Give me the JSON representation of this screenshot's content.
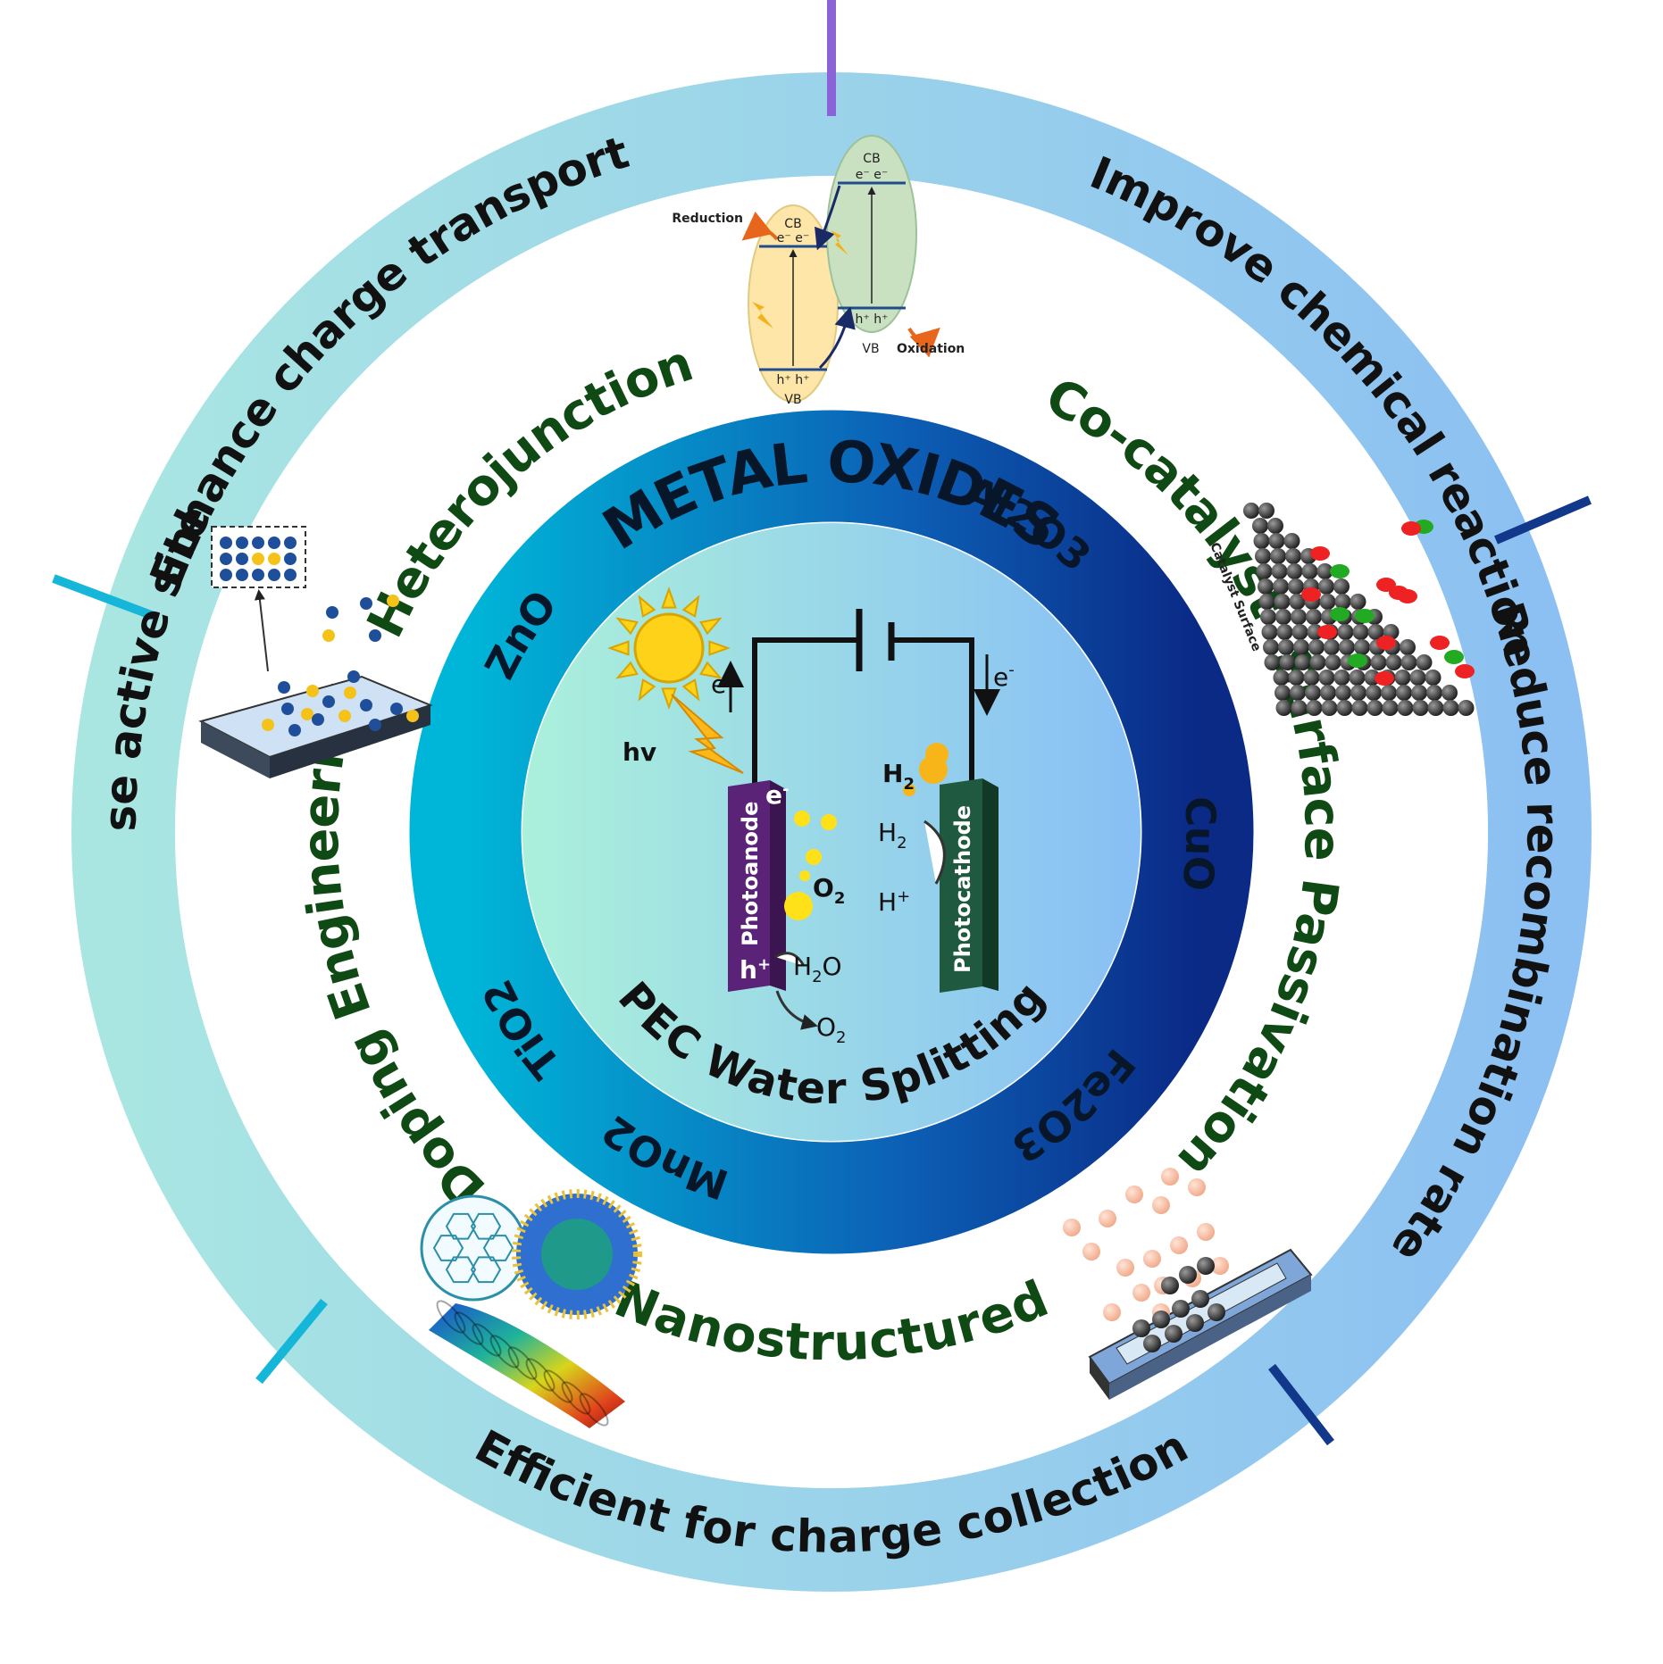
{
  "outer_ring": {
    "enhance_charge_transport": "Enhance charge transport",
    "improve_chemical_reaction": "Improve chemical reaction",
    "reduce_recombination_rate": "Reduce recombination rate",
    "efficient_charge_collection": "Efficient for charge collection",
    "increase_active_site": "Increase active site"
  },
  "strategies": {
    "heterojunction": "Heterojunction",
    "co_catalyst": "Co-catalyst",
    "surface_passivation": "Surface Passivation",
    "nanostructured": "Nanostructured",
    "doping_engineering": "Doping Engineering"
  },
  "oxide_ring": {
    "title": "METAL OXIDES",
    "al2o3": "Al2O3",
    "cuo": "CuO",
    "fe2o3": "Fe2O3",
    "mno2": "MnO2",
    "tio2": "TiO2",
    "zno": "ZnO"
  },
  "pec": {
    "title": "PEC Water Splitting",
    "hv": "hv",
    "e_left": "e",
    "e_right": "e",
    "minus": "-",
    "photoanode": "Photoanode",
    "photocathode": "Photocathode",
    "electron_on_anode": "e",
    "hole": "h",
    "plus": "+",
    "h2_bubble": "H",
    "h2_arrow": "H",
    "h_plus": "H",
    "o2_bubble": "O",
    "o2_bottom": "O",
    "h2o": "H",
    "h2o_tail": "O",
    "sub_2": "2"
  },
  "band_diagram": {
    "cb_left": "CB",
    "cb_right": "CB",
    "vb_left": "VB",
    "vb_right": "VB",
    "reduction": "Reduction",
    "oxidation": "Oxidation",
    "electrons": "e⁻ e⁻",
    "holes": "h⁺ h⁺"
  },
  "catalyst": {
    "label": "Catalyst Surface"
  },
  "colors": {
    "outer_left": "#a8e3e3",
    "outer_right": "#8ec3f2",
    "inner_left": "#00b3d6",
    "inner_right": "#0a2e8c",
    "disc_left": "#a9eedc",
    "disc_right": "#8cc2f5",
    "strategy_green": "#0f4a14",
    "photoanode": "#5a2378",
    "photocathode": "#1f5a40",
    "sun": "#ffd21a"
  }
}
